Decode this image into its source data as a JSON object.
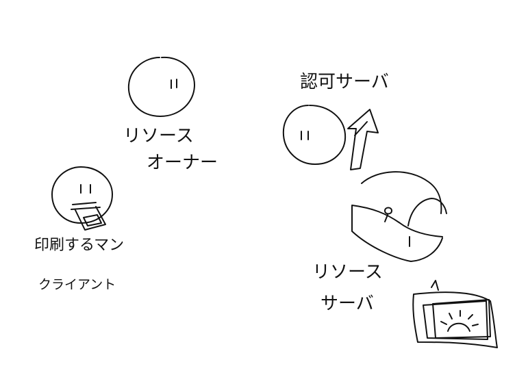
{
  "labels": {
    "resource_owner_line1": "リソース",
    "resource_owner_line2": "オーナー",
    "client_line1": "印刷するマン",
    "client_line2": "クライアント",
    "auth_server": "認可サーバ",
    "resource_server_line1": "リソース",
    "resource_server_line2": "サーバ"
  }
}
